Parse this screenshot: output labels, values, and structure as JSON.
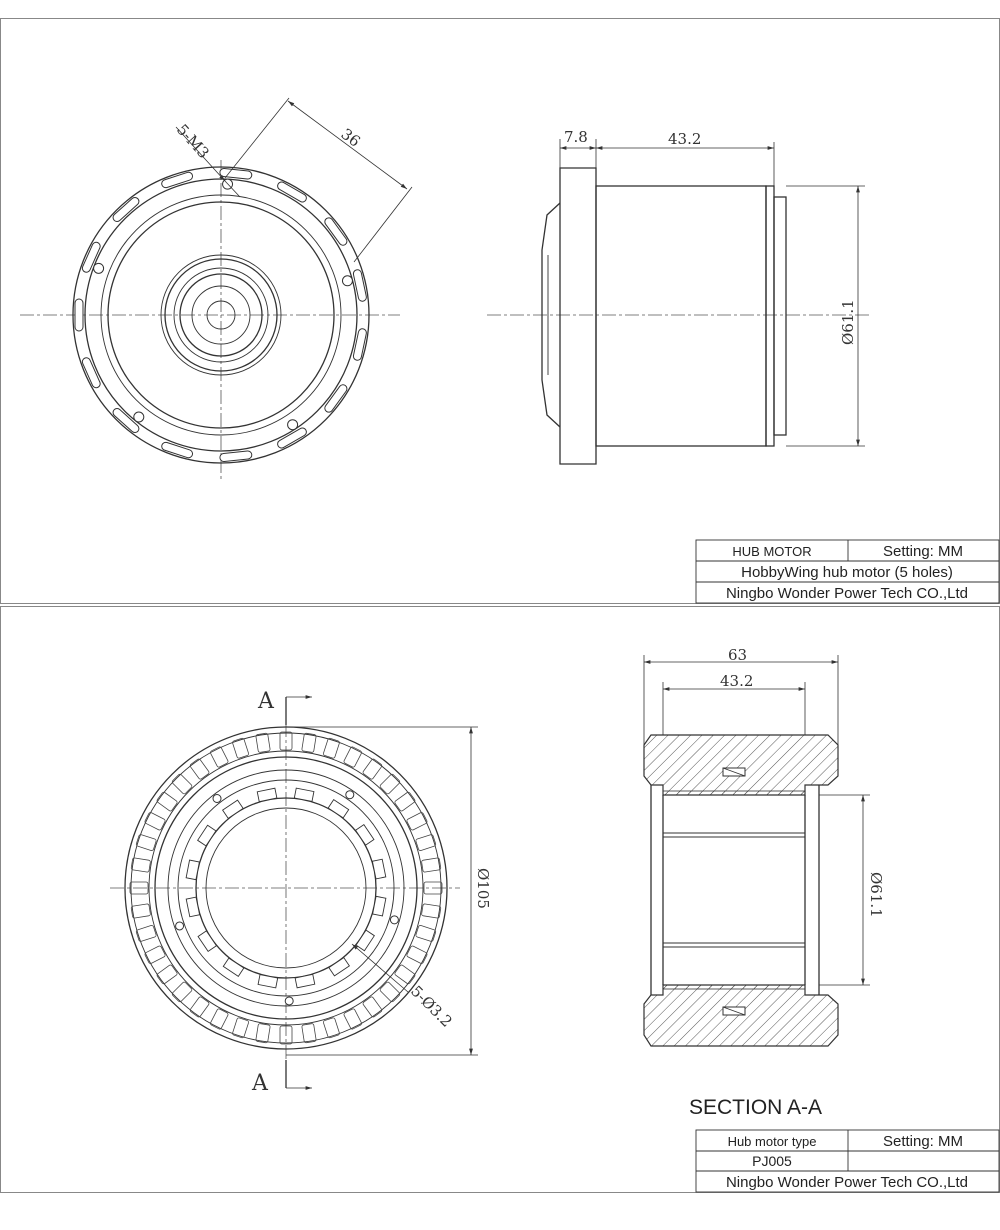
{
  "panel1": {
    "front_view": {
      "thread_callout": "5-M3",
      "bolt_circle_dim": "36"
    },
    "side_view": {
      "flange_dim": "7.8",
      "length_dim": "43.2",
      "diameter_dim": "Ø61.1"
    },
    "title_block": {
      "type": "HUB MOTOR",
      "setting": "Setting: MM",
      "description": "HobbyWing hub motor (5 holes)",
      "company": "Ningbo Wonder Power Tech CO.,Ltd"
    }
  },
  "panel2": {
    "front_view": {
      "section_label_top": "A",
      "section_label_bottom": "A",
      "outer_diameter_dim": "Ø105",
      "hole_callout": "5-Ø3.2"
    },
    "section_view": {
      "overall_width_dim": "63",
      "inner_width_dim": "43.2",
      "bore_diameter_dim": "Ø61.1",
      "title": "SECTION A-A"
    },
    "title_block": {
      "type": "Hub motor type",
      "setting": "Setting: MM",
      "model": "PJ005",
      "company": "Ningbo Wonder Power Tech CO.,Ltd"
    }
  }
}
